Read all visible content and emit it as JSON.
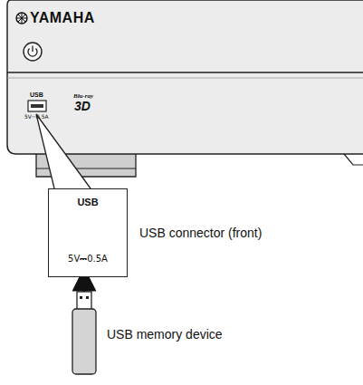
{
  "diagram": {
    "nodes": [
      {
        "text": [
          "USB",
          "5V⎓0.5A"
        ]
      }
    ],
    "labels": [
      "YAMAHA",
      "USB",
      "5V⎓0.5A",
      "Blu-ray",
      "3D",
      "USB connector (front)",
      "USB memory device"
    ]
  }
}
